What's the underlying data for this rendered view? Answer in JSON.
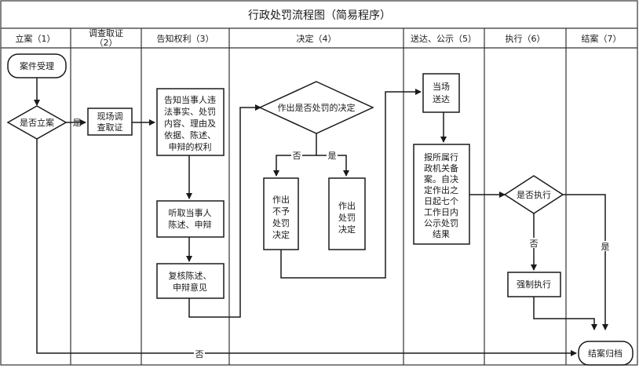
{
  "title": "行政处罚流程图（简易程序）",
  "columns": [
    {
      "id": "filing",
      "label": "立案（1）"
    },
    {
      "id": "investigation",
      "label": "调查取证",
      "sub": "（2）"
    },
    {
      "id": "notification",
      "label": "告知权利（3）"
    },
    {
      "id": "decision",
      "label": "决定（4）"
    },
    {
      "id": "delivery",
      "label": "送达、公示（5）"
    },
    {
      "id": "execution",
      "label": "执行（6）"
    },
    {
      "id": "closing",
      "label": "结案（7）"
    }
  ],
  "nodes": {
    "accept": "案件受理",
    "file_case": "是否立案",
    "onsite_investigation": [
      "现场调",
      "查取证"
    ],
    "notify_rights": [
      "告知当事人违",
      "法事实、处罚",
      "内容、理由及",
      "依据、陈述、",
      "申辩的权利"
    ],
    "hear_statement": [
      "听取当事人",
      "陈述、申辩"
    ],
    "review_opinion": [
      "复核陈述、",
      "申辩意见"
    ],
    "penalty_decision": "作出是否处罚的决定",
    "no_penalty": [
      "作出",
      "不予",
      "处罚",
      "决定"
    ],
    "penalty": [
      "作出",
      "处罚",
      "决定"
    ],
    "onsite_delivery": [
      "当场",
      "送达"
    ],
    "report_filing": [
      "报所属行",
      "政机关备",
      "案。自决",
      "定作出之",
      "日起七个",
      "工作日内",
      "公示处罚",
      "结果"
    ],
    "is_executed": "是否执行",
    "enforce": "强制执行",
    "close_case": "结案归档"
  },
  "edge_labels": {
    "yes": "是",
    "no": "否"
  }
}
